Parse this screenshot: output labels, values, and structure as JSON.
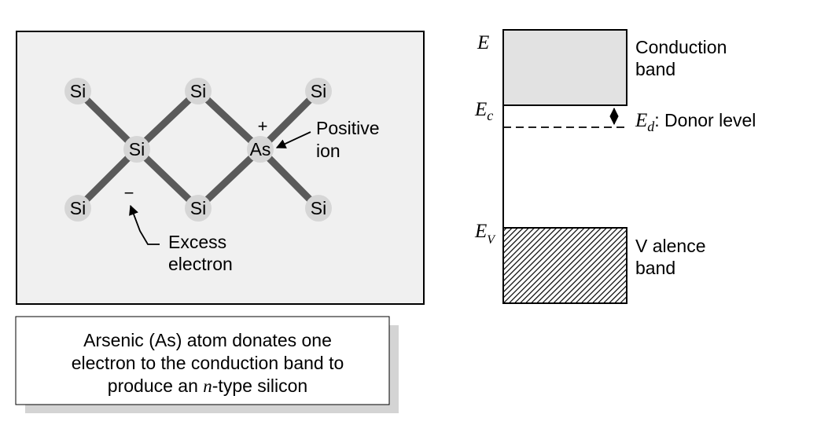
{
  "lattice": {
    "atoms": [
      {
        "label": "Si"
      },
      {
        "label": "Si"
      },
      {
        "label": "Si"
      },
      {
        "label": "Si"
      },
      {
        "label": "As"
      },
      {
        "label": "Si"
      },
      {
        "label": "Si"
      },
      {
        "label": "Si"
      }
    ],
    "plus_sign": "+",
    "minus_sign": "−",
    "positive_ion_line1": "Positive",
    "positive_ion_line2": "ion",
    "excess_line1": "Excess",
    "excess_line2": "electron"
  },
  "caption": {
    "line1": "Arsenic (As) atom donates one",
    "line2": "electron to the conduction band to",
    "line3_pre": "produce an ",
    "line3_italic": "n",
    "line3_post": "-type silicon"
  },
  "band": {
    "e_label": "E",
    "ec_main": "E",
    "ec_sub": "c",
    "ev_main": "E",
    "ev_sub": "V",
    "ed_main": "E",
    "ed_sub": "d",
    "donor_text": ": Donor  level",
    "conduction_line1": "Conduction",
    "conduction_line2": "band",
    "valence_line1": "V alence",
    "valence_line2": "band"
  },
  "colors": {
    "panel_fill": "#f0f0f0",
    "bond": "#5a5a5a",
    "atom": "#d6d6d6",
    "conduction_fill": "#e2e2e2",
    "shadow": "#d4d4d4"
  }
}
